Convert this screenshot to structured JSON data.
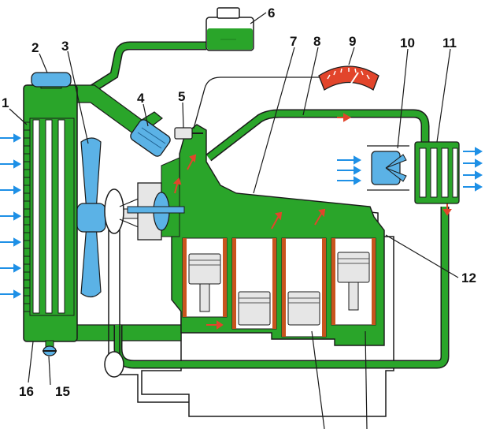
{
  "colors": {
    "coolant": "#2aa52a",
    "coolant_dark": "#1f7d1f",
    "outline": "#1a1a1a",
    "airflow": "#1e90e6",
    "fan": "#5bb2e6",
    "piston_sleeve": "#c8541e",
    "gauge": "#e2452b",
    "metal": "#e6e6e6"
  },
  "callouts": {
    "n1": "1",
    "n2": "2",
    "n3": "3",
    "n4": "4",
    "n5": "5",
    "n6": "6",
    "n7": "7",
    "n8": "8",
    "n9": "9",
    "n10": "10",
    "n11": "11",
    "n12": "12",
    "n15": "15",
    "n16": "16"
  }
}
